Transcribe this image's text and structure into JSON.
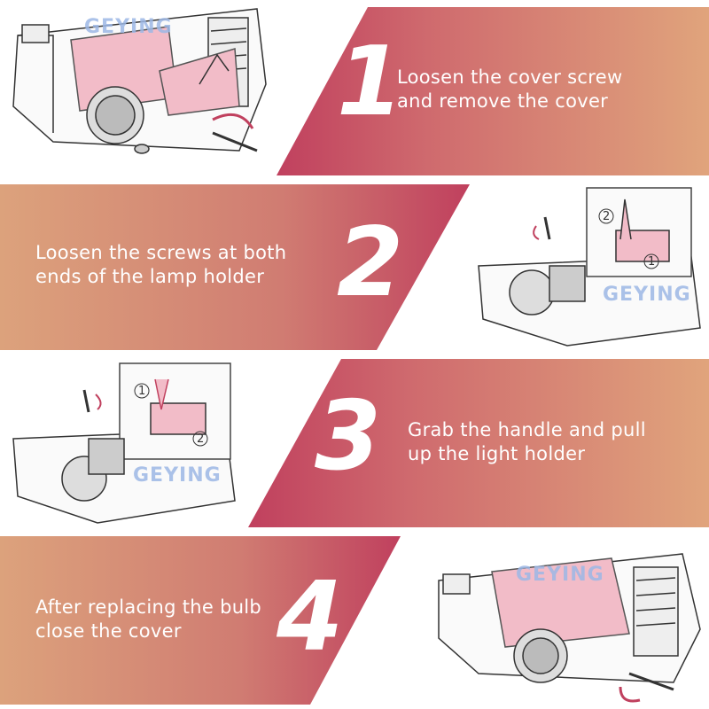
{
  "watermark": "GEYING",
  "steps": [
    {
      "number": "1",
      "text_lines": [
        "Loosen the cover screw",
        "and remove the cover"
      ]
    },
    {
      "number": "2",
      "text_lines": [
        "Loosen the screws at both",
        "ends of the lamp holder"
      ]
    },
    {
      "number": "3",
      "text_lines": [
        "Grab the handle and pull",
        "up the light holder"
      ]
    },
    {
      "number": "4",
      "text_lines": [
        "After replacing the bulb",
        "close the cover"
      ]
    }
  ],
  "callouts": {
    "one": "1",
    "two": "2"
  },
  "colors": {
    "band_dark": "#c0405e",
    "band_light": "#dea07c",
    "cover_pink": "#f2bcc8"
  }
}
